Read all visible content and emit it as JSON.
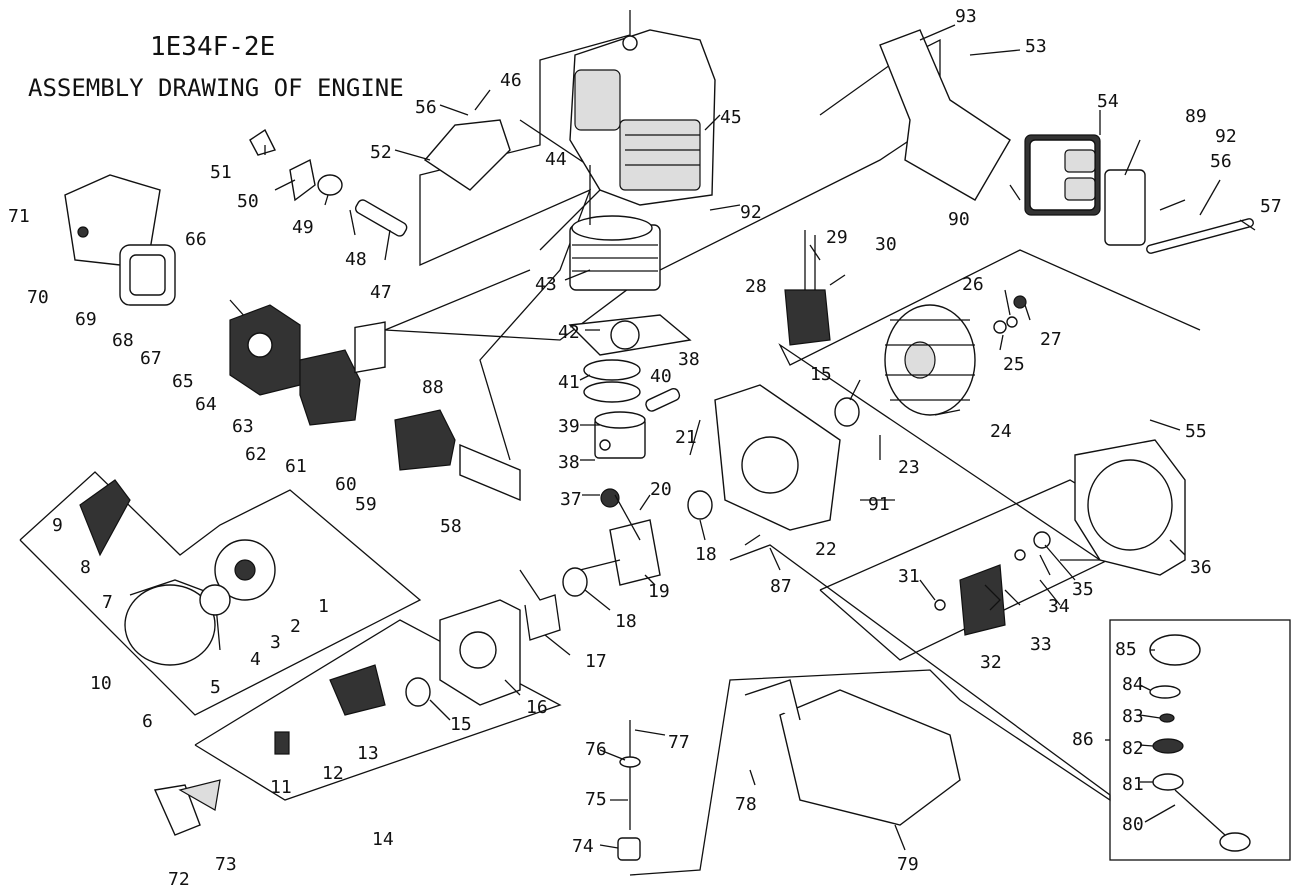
{
  "title": "1E34F-2E",
  "subtitle": "ASSEMBLY DRAWING OF ENGINE",
  "part_numbers": [
    "1",
    "2",
    "3",
    "4",
    "5",
    "6",
    "7",
    "8",
    "9",
    "10",
    "11",
    "12",
    "13",
    "14",
    "15",
    "15",
    "16",
    "17",
    "18",
    "18",
    "19",
    "20",
    "21",
    "22",
    "23",
    "24",
    "25",
    "26",
    "27",
    "28",
    "29",
    "30",
    "31",
    "32",
    "33",
    "34",
    "35",
    "36",
    "37",
    "38",
    "38",
    "39",
    "40",
    "41",
    "42",
    "43",
    "44",
    "45",
    "46",
    "47",
    "48",
    "49",
    "50",
    "51",
    "52",
    "53",
    "54",
    "55",
    "56",
    "56",
    "57",
    "58",
    "59",
    "60",
    "61",
    "62",
    "63",
    "64",
    "65",
    "66",
    "67",
    "68",
    "69",
    "70",
    "71",
    "72",
    "73",
    "74",
    "75",
    "76",
    "77",
    "78",
    "79",
    "80",
    "81",
    "82",
    "83",
    "84",
    "85",
    "86",
    "87",
    "88",
    "89",
    "90",
    "91",
    "92",
    "92",
    "93"
  ]
}
